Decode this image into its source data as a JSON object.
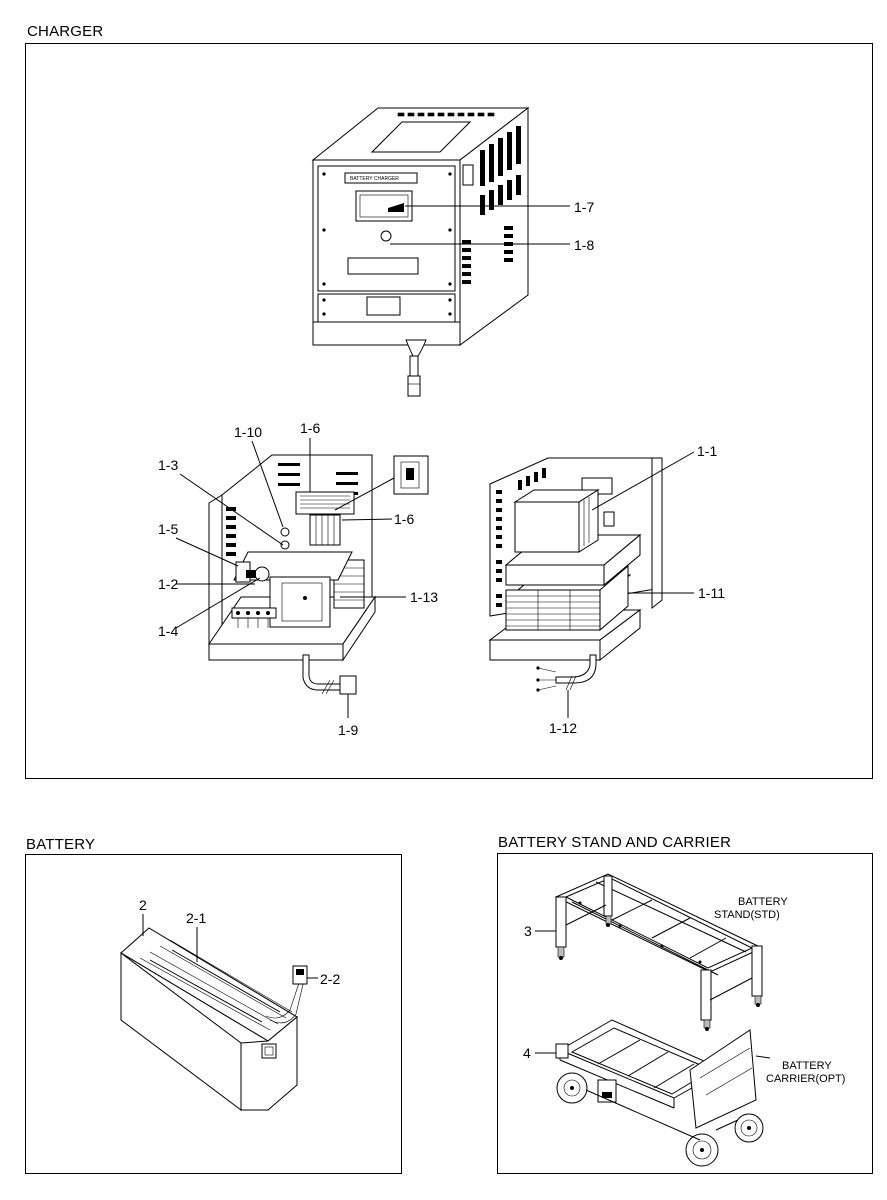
{
  "sections": {
    "charger": {
      "title": "CHARGER"
    },
    "battery": {
      "title": "BATTERY"
    },
    "stand": {
      "title": "BATTERY STAND AND CARRIER"
    }
  },
  "charger_labels": {
    "l1_1": "1-1",
    "l1_2": "1-2",
    "l1_3": "1-3",
    "l1_4": "1-4",
    "l1_5": "1-5",
    "l1_6a": "1-6",
    "l1_6b": "1-6",
    "l1_7": "1-7",
    "l1_8": "1-8",
    "l1_9": "1-9",
    "l1_10": "1-10",
    "l1_11": "1-11",
    "l1_12": "1-12",
    "l1_13": "1-13"
  },
  "front_panel_text": {
    "header": "BATTERY CHARGER"
  },
  "battery_labels": {
    "l2": "2",
    "l2_1": "2-1",
    "l2_2": "2-2"
  },
  "stand_labels": {
    "l3": "3",
    "l4": "4",
    "stand_line1": "BATTERY",
    "stand_line2": "STAND(STD)",
    "carrier_line1": "BATTERY",
    "carrier_line2": "CARRIER(OPT)"
  }
}
